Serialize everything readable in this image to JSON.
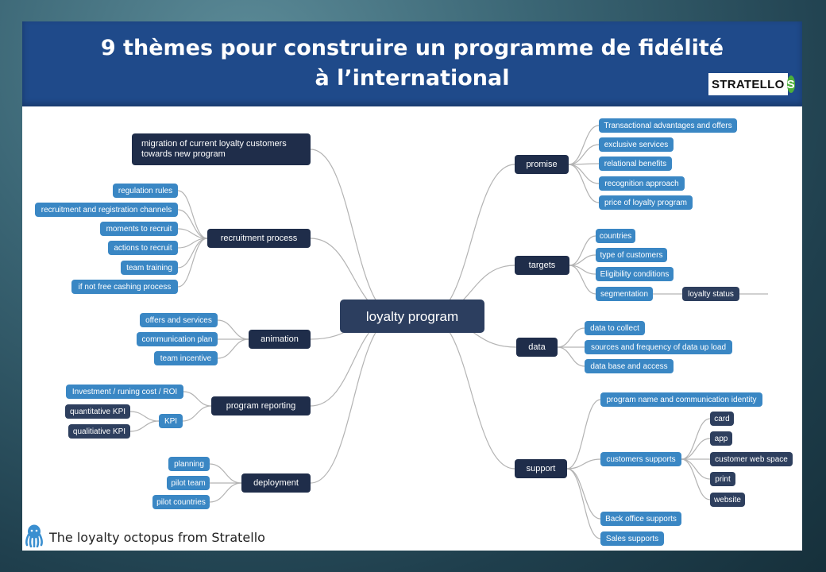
{
  "header": {
    "title_line1": "9 thèmes pour construire un programme de fidélité",
    "title_line2": "à l’international",
    "logo_text": "STRATELLO",
    "logo_mark": "S"
  },
  "footer": {
    "text": "The loyalty octopus from Stratello",
    "icon": "octopus-icon",
    "icon_color": "#3a8fd0"
  },
  "colors": {
    "leaf": "#3a87c4",
    "dark_leaf": "#2e3f5e",
    "branch": "#1f2d4a",
    "root": "#2c3e5f",
    "banner": "#1f4a8a",
    "edge": "#b3b3b3"
  },
  "mindmap": {
    "root": "loyalty program",
    "right": {
      "promise": {
        "label": "promise",
        "children": [
          "Transactional advantages and offers",
          "exclusive services",
          "relational benefits",
          "recognition approach",
          "price of loyalty program"
        ]
      },
      "targets": {
        "label": "targets",
        "children": [
          "countries",
          "type of customers",
          "Eligibility conditions",
          "segmentation"
        ],
        "sub": "loyalty status"
      },
      "data": {
        "label": "data",
        "children": [
          "data to collect",
          "sources and frequency of data up load",
          "data base and access"
        ]
      },
      "support": {
        "label": "support",
        "children": [
          "program name and communication identity",
          "customers supports",
          "Back office supports",
          "Sales supports"
        ],
        "customers_supports_children": [
          "card",
          "app",
          "customer web space",
          "print",
          "website"
        ]
      }
    },
    "left": {
      "migration": {
        "label": "migration of current loyalty customers towards new program"
      },
      "recruitment": {
        "label": "recruitment process",
        "children": [
          "regulation rules",
          "recruitment and registration channels",
          "moments to recruit",
          "actions to recruit",
          "team training",
          "if not free cashing process"
        ]
      },
      "animation": {
        "label": "animation",
        "children": [
          "offers and services",
          "communication plan",
          "team incentive"
        ]
      },
      "reporting": {
        "label": "program reporting",
        "children": [
          "Investment / runing cost / ROI",
          "KPI"
        ],
        "kpi_children": [
          "quantitative KPI",
          "qualitiative KPI"
        ]
      },
      "deployment": {
        "label": "deployment",
        "children": [
          "planning",
          "pilot team",
          "pilot countries"
        ]
      }
    }
  }
}
